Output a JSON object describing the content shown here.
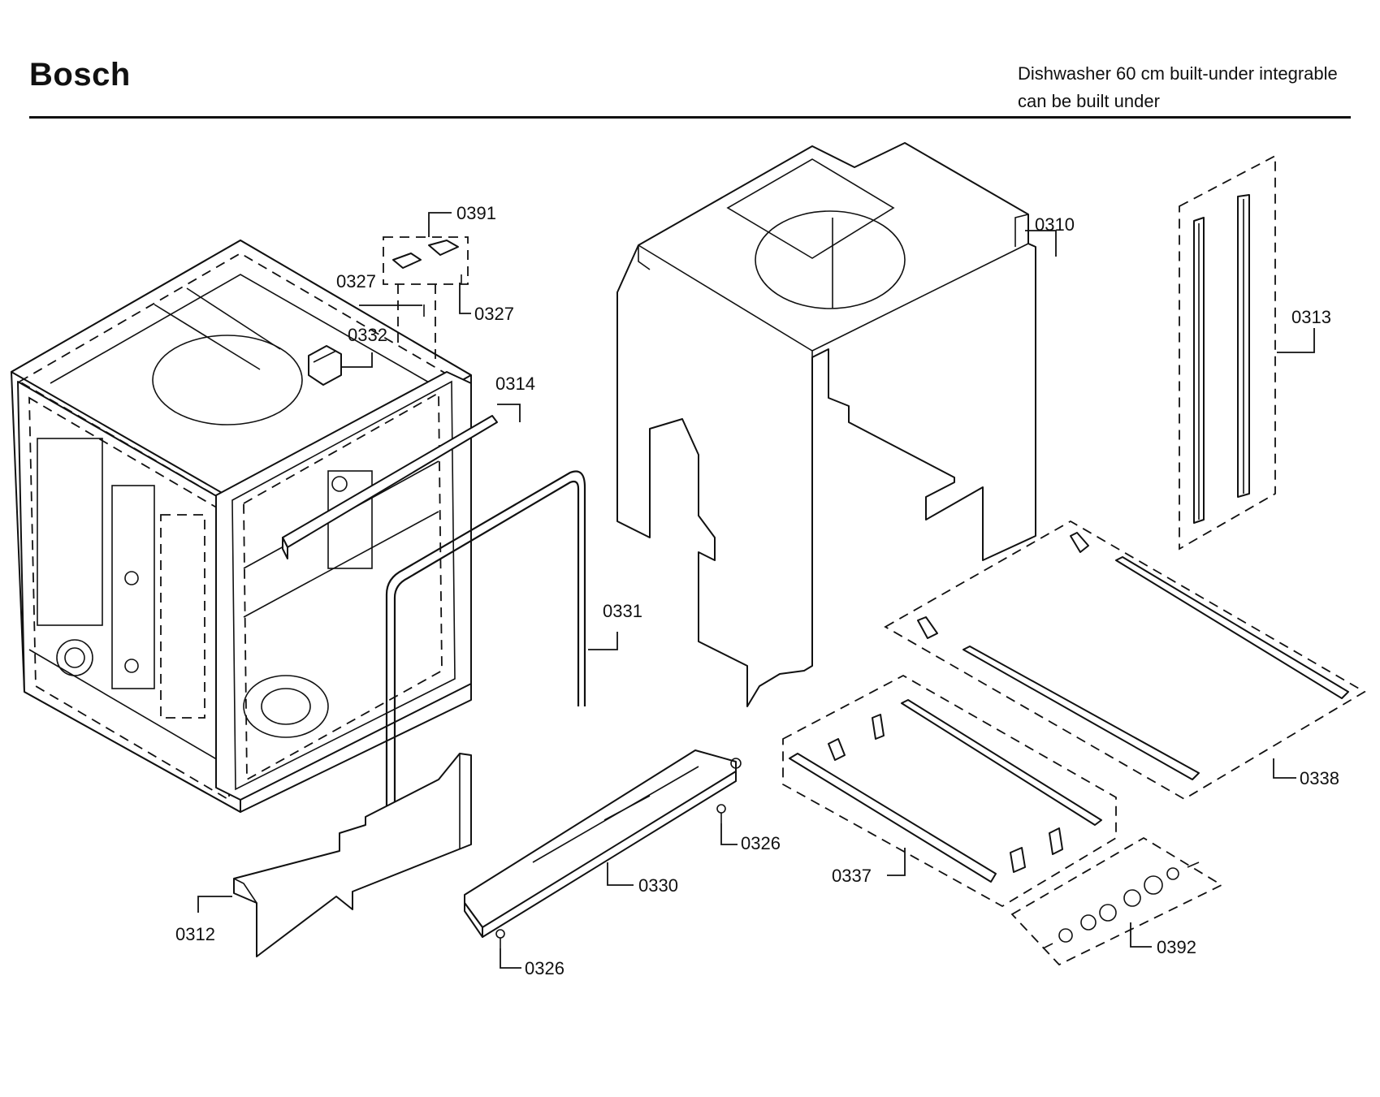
{
  "header": {
    "brand": "Bosch",
    "description_line1": "Dishwasher 60 cm built-under integrable",
    "description_line2": "can be built under"
  },
  "parts": {
    "p0310": "0310",
    "p0312": "0312",
    "p0313": "0313",
    "p0314": "0314",
    "p0326a": "0326",
    "p0326b": "0326",
    "p0327a": "0327",
    "p0327b": "0327",
    "p0330": "0330",
    "p0331": "0331",
    "p0332": "0332",
    "p0337": "0337",
    "p0338": "0338",
    "p0391": "0391",
    "p0392": "0392"
  }
}
